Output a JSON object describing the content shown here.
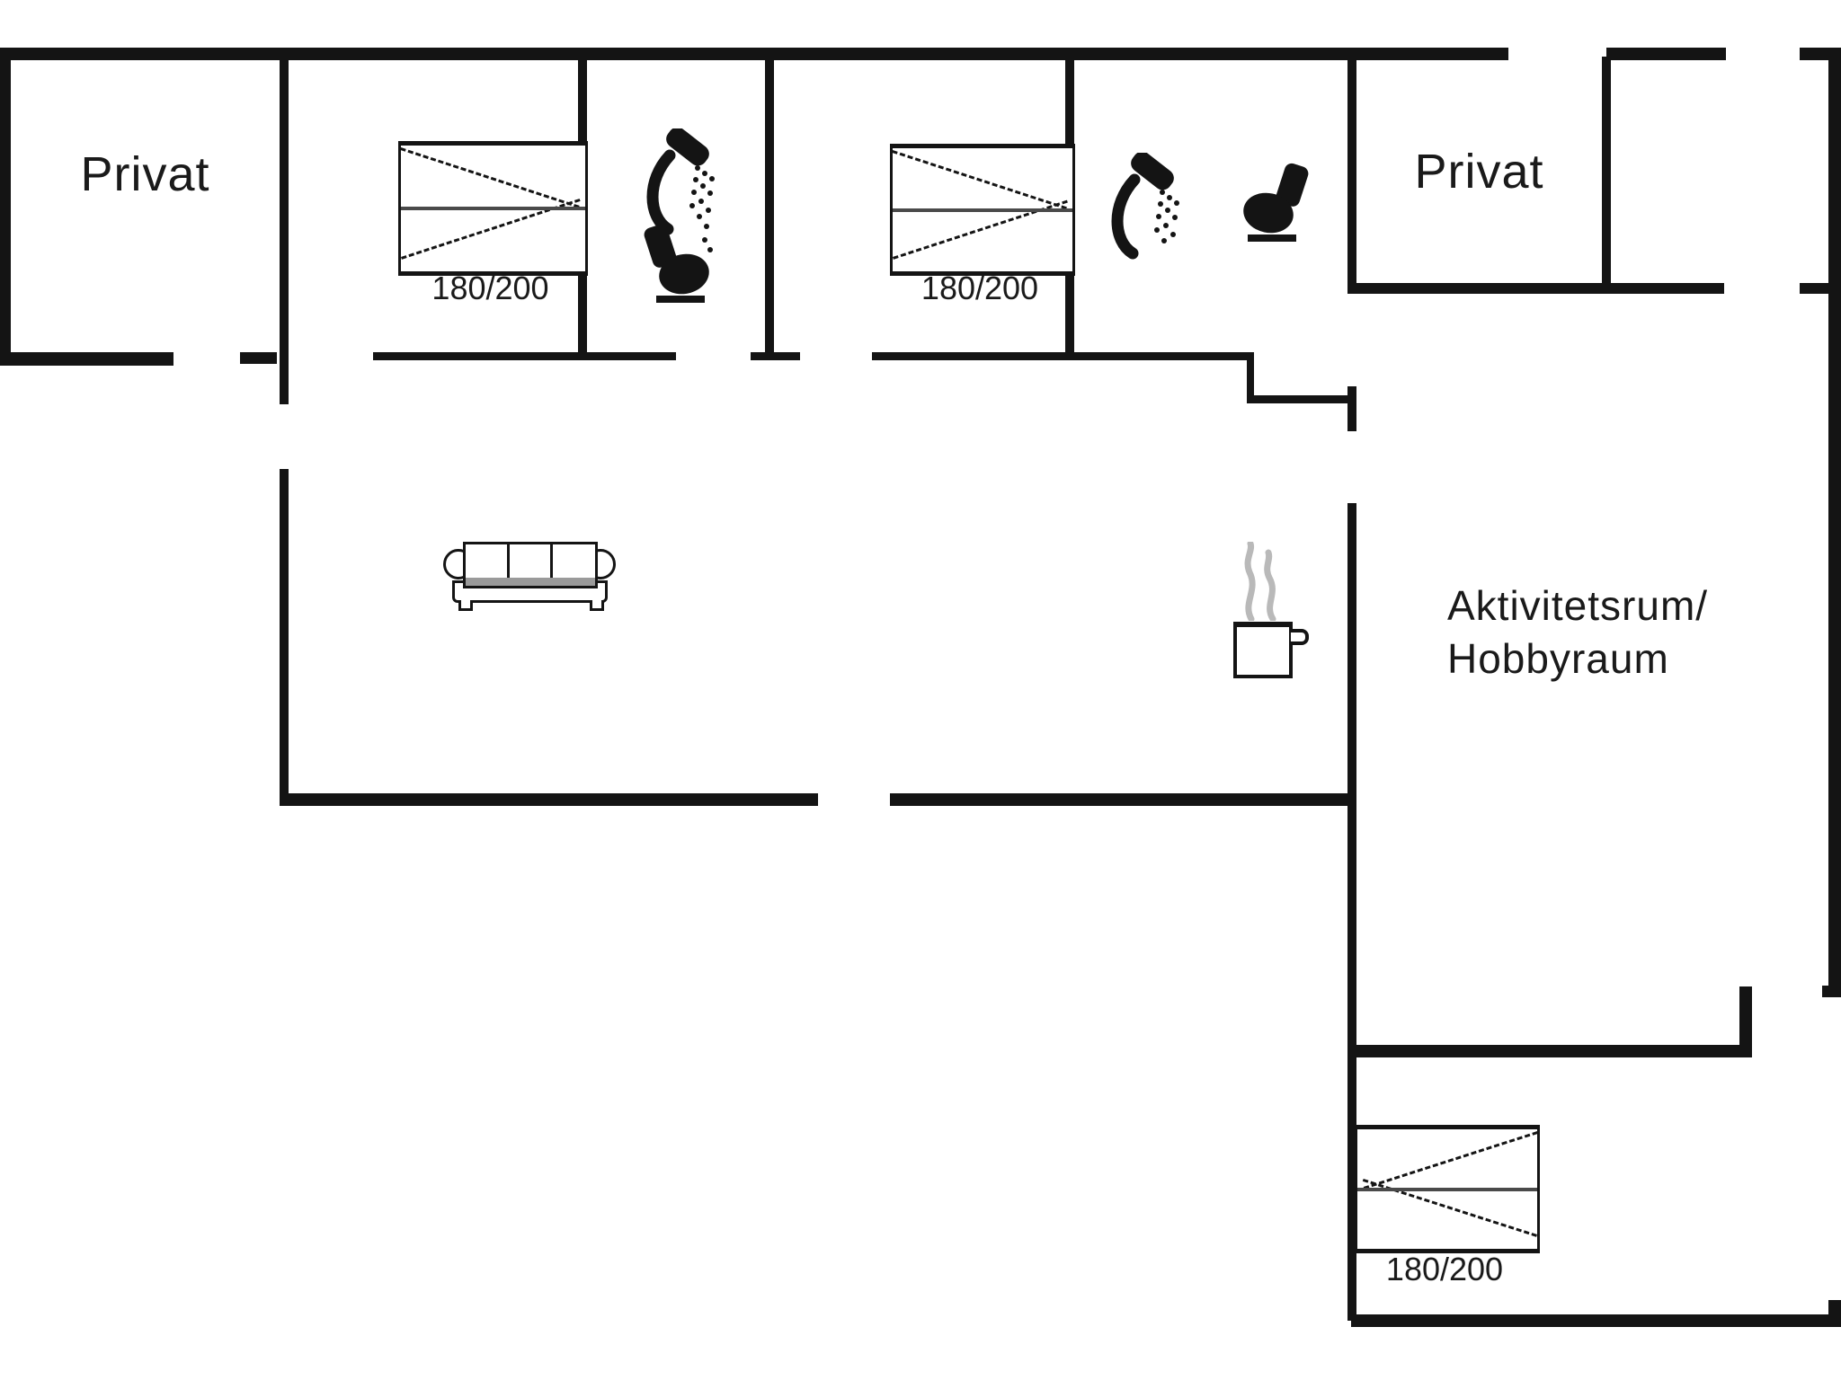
{
  "document": {
    "type": "floor-plan"
  },
  "colors": {
    "background": "#ffffff",
    "wall": "#141414",
    "text": "#1a1a1a",
    "bed_mid_line": "#4a4a4a",
    "steam": "#b9b9b9",
    "sofa_shade": "#9a9a9a"
  },
  "rooms": {
    "privat_left": {
      "label": "Privat"
    },
    "privat_right": {
      "label": "Privat"
    },
    "activity_room": {
      "line1": "Aktivitetsrum/",
      "line2": "Hobbyraum"
    }
  },
  "beds": [
    {
      "size": "180/200",
      "orientation": "right"
    },
    {
      "size": "180/200",
      "orientation": "right"
    },
    {
      "size": "180/200",
      "orientation": "left"
    }
  ],
  "icons": {
    "shower_count": 2,
    "toilet_count": 2,
    "sofa_count": 1,
    "cooking_pot_count": 1
  }
}
